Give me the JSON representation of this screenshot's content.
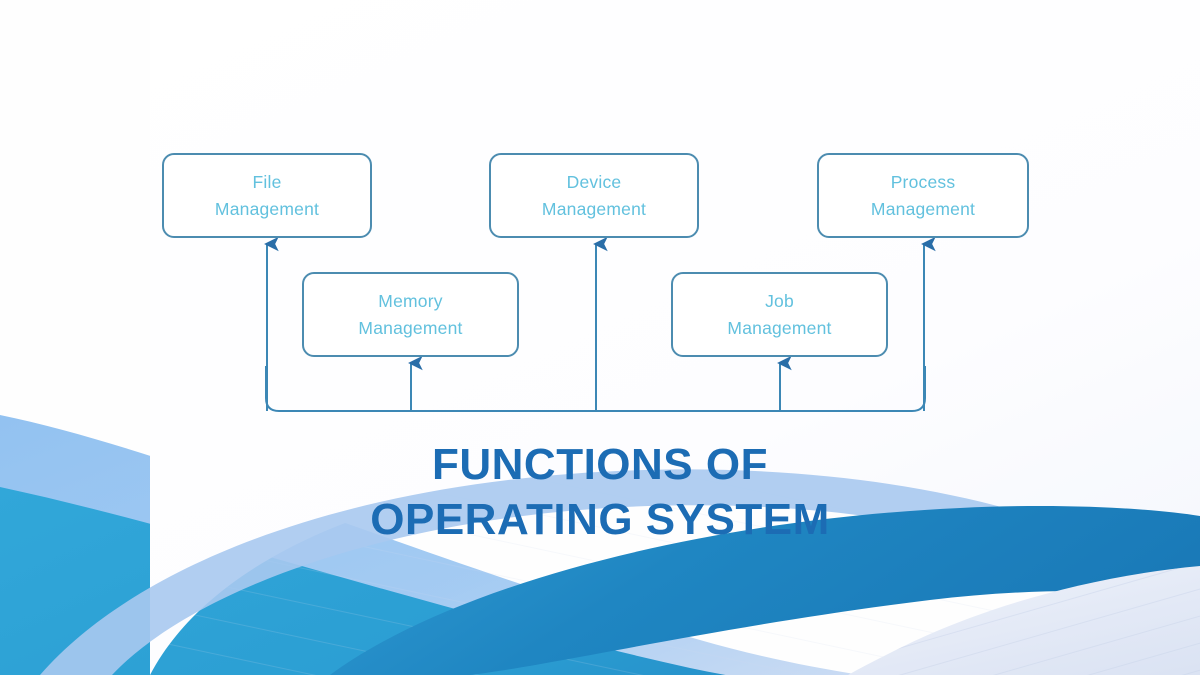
{
  "slide": {
    "background_color": "#fefefe",
    "title": {
      "line1": "FUNCTIONS OF",
      "line2": "OPERATING SYSTEM",
      "color": "#1c6cb4"
    },
    "palette": {
      "node_border": "#4c8cb0",
      "node_text": "#62c1de",
      "connector": "#3c87b5",
      "arrow_head": "#2a6ea8",
      "wave_light_periwinkle": "#a9c9f0",
      "wave_sky": "#8fc2ee",
      "wave_cyan": "#35a8d8",
      "wave_deep_blue": "#1a7ab8",
      "wave_lavender": "#dfe6f4"
    },
    "nodes": [
      {
        "id": "file",
        "line1": "File",
        "line2": "Management"
      },
      {
        "id": "device",
        "line1": "Device",
        "line2": "Management"
      },
      {
        "id": "process",
        "line1": "Process",
        "line2": "Management"
      },
      {
        "id": "memory",
        "line1": "Memory",
        "line2": "Management"
      },
      {
        "id": "job",
        "line1": "Job",
        "line2": "Management"
      }
    ],
    "connectors": {
      "description": "Rounded horizontal bus at the bottom feeding five upward arrows into the five management boxes",
      "bus_label": "functions-bus"
    }
  }
}
